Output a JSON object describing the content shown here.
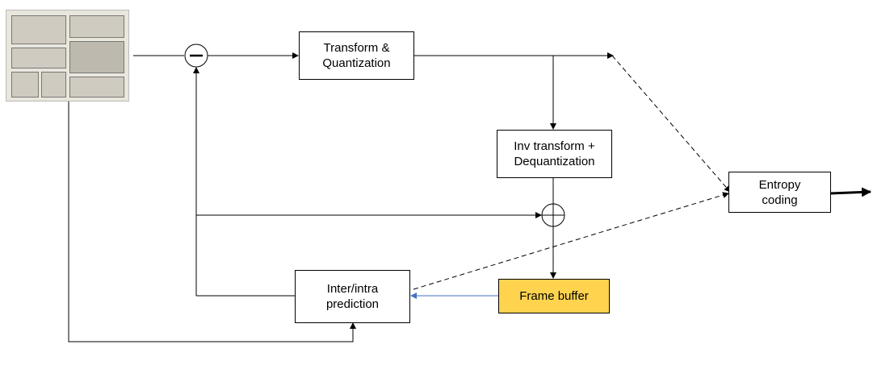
{
  "blocks": {
    "transform": "Transform &\nQuantization",
    "inverse": "Inv transform +\nDequantization",
    "entropy": "Entropy\ncoding",
    "prediction": "Inter/intra\nprediction",
    "frame_buffer": "Frame buffer"
  },
  "colors": {
    "frame_buffer_fill": "#ffd34e",
    "reference_arrow": "#4472c4",
    "line": "#000000"
  },
  "input_image": "comic-page-thumbnail"
}
